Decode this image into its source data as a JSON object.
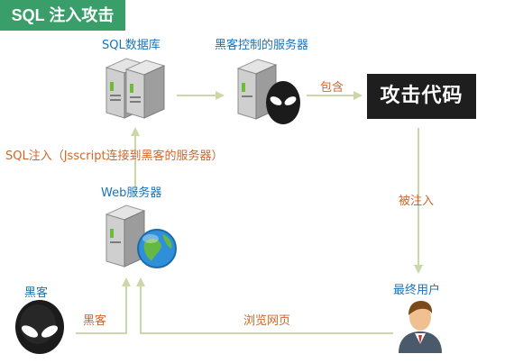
{
  "title": "SQL 注入攻击",
  "nodes": {
    "sql_db": {
      "label": "SQL数据库",
      "icon": "database-server-icon"
    },
    "hacker_server": {
      "label": "黑客控制的服务器",
      "icon": "server-alien-icon"
    },
    "attack_code": {
      "label": "攻击代码"
    },
    "web_server": {
      "label": "Web服务器",
      "icon": "web-server-globe-icon"
    },
    "hacker": {
      "label": "黑客",
      "icon": "alien-head-icon"
    },
    "end_user": {
      "label": "最终用户",
      "icon": "user-icon"
    }
  },
  "edges": {
    "contains": "包含",
    "injected": "被注入",
    "sql_injection": "SQL注入（Jsscript连接到黑客的服务器）",
    "hacker_edge": "黑客",
    "browse": "浏览网页"
  },
  "colors": {
    "title_bg": "#3a9e6a",
    "label_blue": "#1a73b8",
    "edge_orange": "#d0662a",
    "arrow": "#c9d8a6"
  }
}
